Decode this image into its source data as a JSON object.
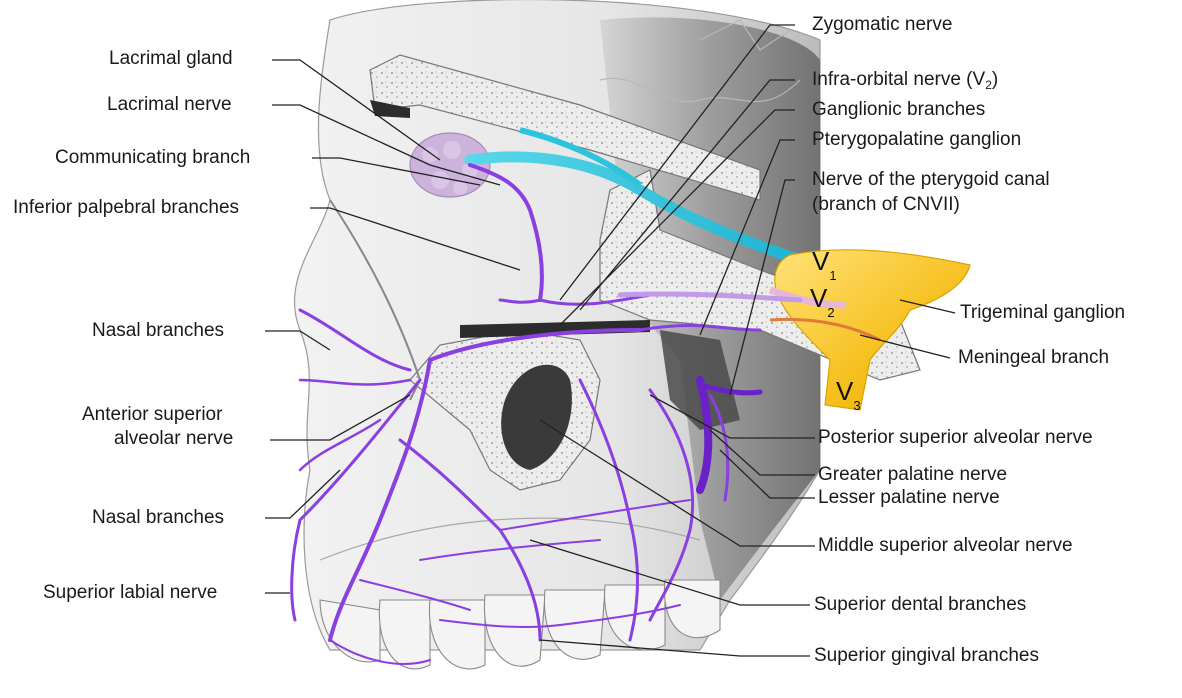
{
  "labels_left": {
    "lacrimal_gland": "Lacrimal gland",
    "lacrimal_nerve": "Lacrimal nerve",
    "communicating_branch": "Communicating branch",
    "inferior_palpebral": "Inferior palpebral branches",
    "nasal_branches_upper": "Nasal branches",
    "anterior_superior_line1": "Anterior superior",
    "anterior_superior_line2": "alveolar nerve",
    "nasal_branches_lower": "Nasal branches",
    "superior_labial": "Superior labial nerve"
  },
  "labels_right": {
    "zygomatic": "Zygomatic nerve",
    "infra_orbital_prefix": "Infra-orbital nerve (V",
    "infra_orbital_sub": "2",
    "infra_orbital_suffix": ")",
    "ganglionic": "Ganglionic branches",
    "pterygopalatine": "Pterygopalatine ganglion",
    "pterygoid_line1": "Nerve of the pterygoid canal",
    "pterygoid_line2": "(branch of CNVII)",
    "trigeminal": "Trigeminal ganglion",
    "meningeal": "Meningeal branch",
    "posterior_superior": "Posterior superior alveolar nerve",
    "greater_palatine": "Greater palatine nerve",
    "lesser_palatine": "Lesser palatine nerve",
    "middle_superior": "Middle superior alveolar nerve",
    "superior_dental": "Superior dental branches",
    "superior_gingival": "Superior gingival branches"
  },
  "division_labels": {
    "v1_letter": "V",
    "v1_sub": "1",
    "v2_letter": "V",
    "v2_sub": "2",
    "v3_letter": "V",
    "v3_sub": "3"
  },
  "colors": {
    "nerve": "#8a3fe0",
    "nerve_dark": "#6a22c8",
    "infra_orbital_nerve": "#2cc3dc",
    "ganglion": "#f4c21c",
    "ganglion_light": "#ffe27a",
    "lacrimal_gland": "#c9b0d9",
    "bone_shade": "#7a7a7a",
    "leader_line": "#222222"
  }
}
